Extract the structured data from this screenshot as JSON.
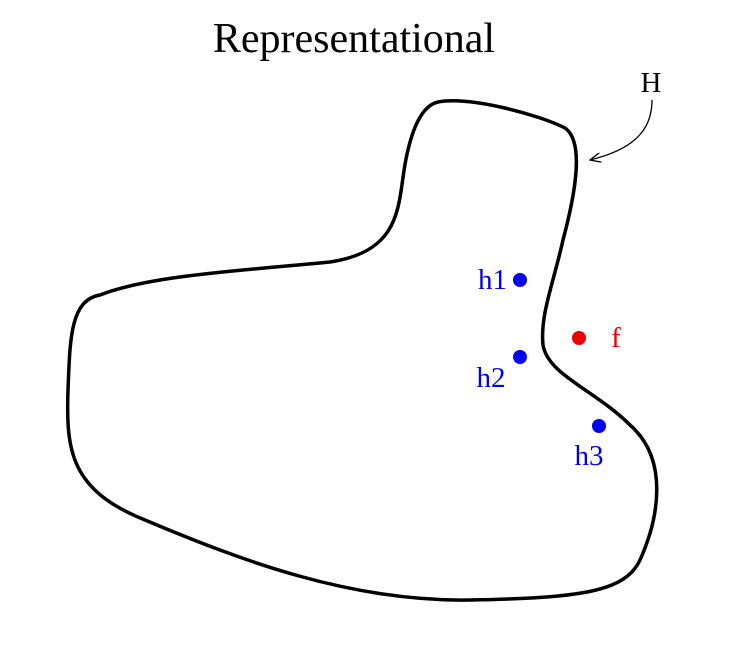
{
  "title": "Representational",
  "region": {
    "label": "H",
    "stroke_color": "#000000"
  },
  "points": {
    "h1": {
      "label": "h1",
      "color": "#0000ee"
    },
    "h2": {
      "label": "h2",
      "color": "#0000ee"
    },
    "h3": {
      "label": "h3",
      "color": "#0000ee"
    },
    "f": {
      "label": "f",
      "color": "#ee0000"
    }
  }
}
